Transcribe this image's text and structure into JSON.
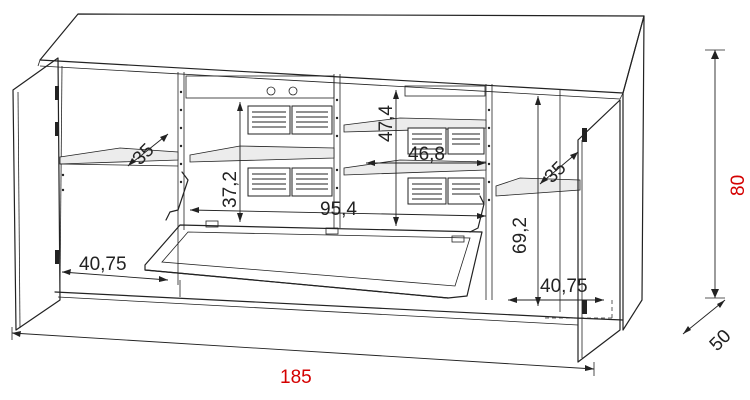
{
  "dimensions": {
    "overall_width": "185",
    "overall_height": "80",
    "depth": "50",
    "left_shelf_depth": "35",
    "right_shelf_depth": "35",
    "left_compartment_width": "40,75",
    "right_compartment_width": "40,75",
    "flap_compartment_height": "37,2",
    "flap_compartment_width": "95,4",
    "upper_compartment_height": "47,4",
    "inner_shelf_width": "46,8",
    "side_compartment_height": "69,2"
  },
  "colors": {
    "highlight_dimension": "#d40000",
    "line": "#222222"
  }
}
